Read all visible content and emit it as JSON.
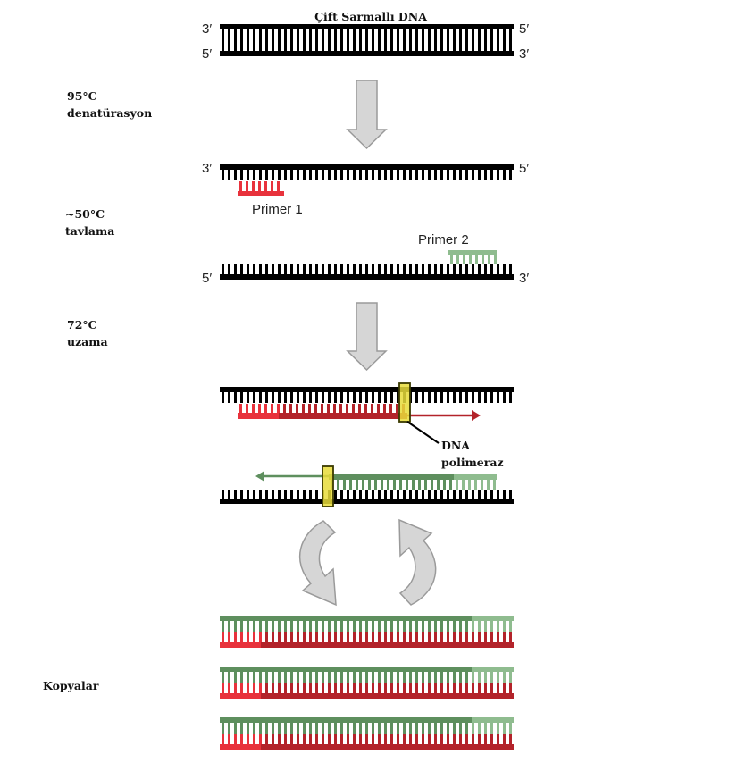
{
  "title": "Çift Sarmallı DNA",
  "steps": {
    "denaturation": {
      "temp": "95°C",
      "name": "denatürasyon"
    },
    "annealing": {
      "temp": "~50°C",
      "name": "tavlama"
    },
    "extension": {
      "temp": "72°C",
      "name": "uzama"
    },
    "copies": "Kopyalar"
  },
  "labels": {
    "primer1": "Primer 1",
    "primer2": "Primer 2",
    "polymerase_line1": "DNA",
    "polymerase_line2": "polimeraz"
  },
  "ends": {
    "three_prime": "3′",
    "five_prime": "5′"
  },
  "colors": {
    "strand": "#000000",
    "primer1": "#e8323c",
    "primer1_extended": "#b3232a",
    "primer2": "#8fbc8f",
    "primer2_extended": "#5e8f5e",
    "arrow_fill": "#d6d6d6",
    "arrow_stroke": "#9a9a9a",
    "polymerase_fill": "#e8dc3a",
    "polymerase_stroke": "#3a3a00"
  }
}
